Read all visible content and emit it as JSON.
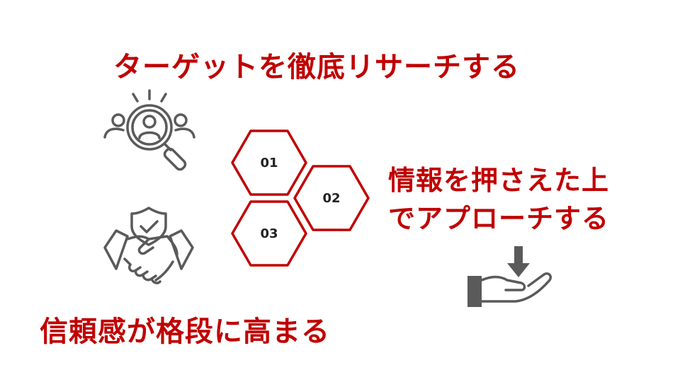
{
  "colors": {
    "accent": "#c00000",
    "icon": "#5a5a5a",
    "text": "#222222"
  },
  "headlines": {
    "top": "ターゲットを徹底リサーチする",
    "right_line1": "情報を押さえた上",
    "right_line2": "でアプローチする",
    "bottom": "信頼感が格段に高まる"
  },
  "steps": [
    "01",
    "02",
    "03"
  ],
  "icons": {
    "research": "magnifier-people-icon",
    "trust": "handshake-shield-icon",
    "approach": "hand-receive-arrow-icon"
  }
}
